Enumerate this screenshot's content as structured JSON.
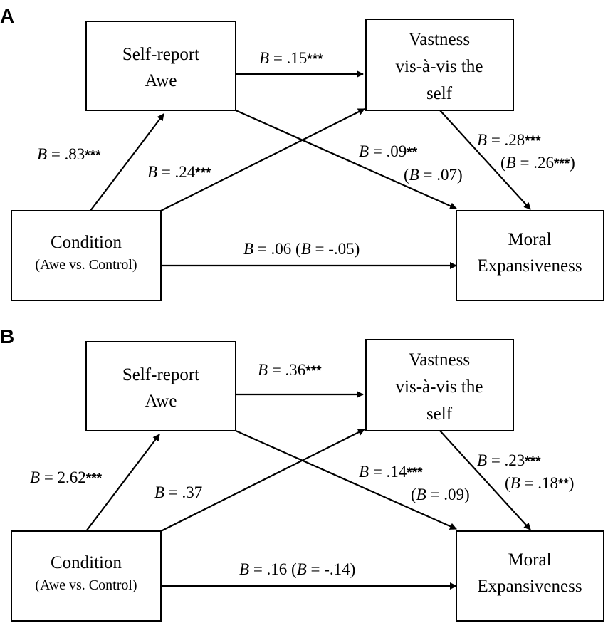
{
  "panels": [
    {
      "label": "A",
      "nodes": {
        "self_report": {
          "lines": [
            "Self-report",
            "Awe"
          ]
        },
        "vastness": {
          "lines": [
            "Vastness",
            "vis-à-vis the",
            "self"
          ]
        },
        "condition": {
          "line1": "Condition",
          "line2": "(Awe vs. Control)"
        },
        "moral": {
          "lines": [
            "Moral",
            "Expansiveness"
          ]
        }
      },
      "paths": {
        "awe_to_vastness": {
          "b": "B",
          "value": " = .15",
          "stars": "***"
        },
        "condition_to_awe": {
          "b": "B",
          "value": " = .83",
          "stars": "***"
        },
        "condition_to_vastness": {
          "b": "B",
          "value": " = .24",
          "stars": "***"
        },
        "awe_to_moral": {
          "b": "B",
          "value": " = .09",
          "stars": "**",
          "paren_b": "B",
          "paren_value": " = .07"
        },
        "vastness_to_moral": {
          "b": "B",
          "value": " = .28",
          "stars": "***",
          "paren_b": "B",
          "paren_value": " = .26",
          "paren_stars": "***"
        },
        "condition_to_moral": {
          "b": "B",
          "value": " = .06 (",
          "b2": "B",
          "value2": " = -.05)"
        }
      }
    },
    {
      "label": "B",
      "nodes": {
        "self_report": {
          "lines": [
            "Self-report",
            "Awe"
          ]
        },
        "vastness": {
          "lines": [
            "Vastness",
            "vis-à-vis the",
            "self"
          ]
        },
        "condition": {
          "line1": "Condition",
          "line2": "(Awe vs. Control)"
        },
        "moral": {
          "lines": [
            "Moral",
            "Expansiveness"
          ]
        }
      },
      "paths": {
        "awe_to_vastness": {
          "b": "B",
          "value": " = .36",
          "stars": "***"
        },
        "condition_to_awe": {
          "b": "B",
          "value": " = 2.62",
          "stars": "***"
        },
        "condition_to_vastness": {
          "b": "B",
          "value": " = .37",
          "stars": ""
        },
        "awe_to_moral": {
          "b": "B",
          "value": " = .14",
          "stars": "***",
          "paren_b": "B",
          "paren_value": " = .09"
        },
        "vastness_to_moral": {
          "b": "B",
          "value": " = .23",
          "stars": "***",
          "paren_b": "B",
          "paren_value": " = .18",
          "paren_stars": "**"
        },
        "condition_to_moral": {
          "b": "B",
          "value": " = .16 (",
          "b2": "B",
          "value2": " = -.14)"
        }
      }
    }
  ]
}
